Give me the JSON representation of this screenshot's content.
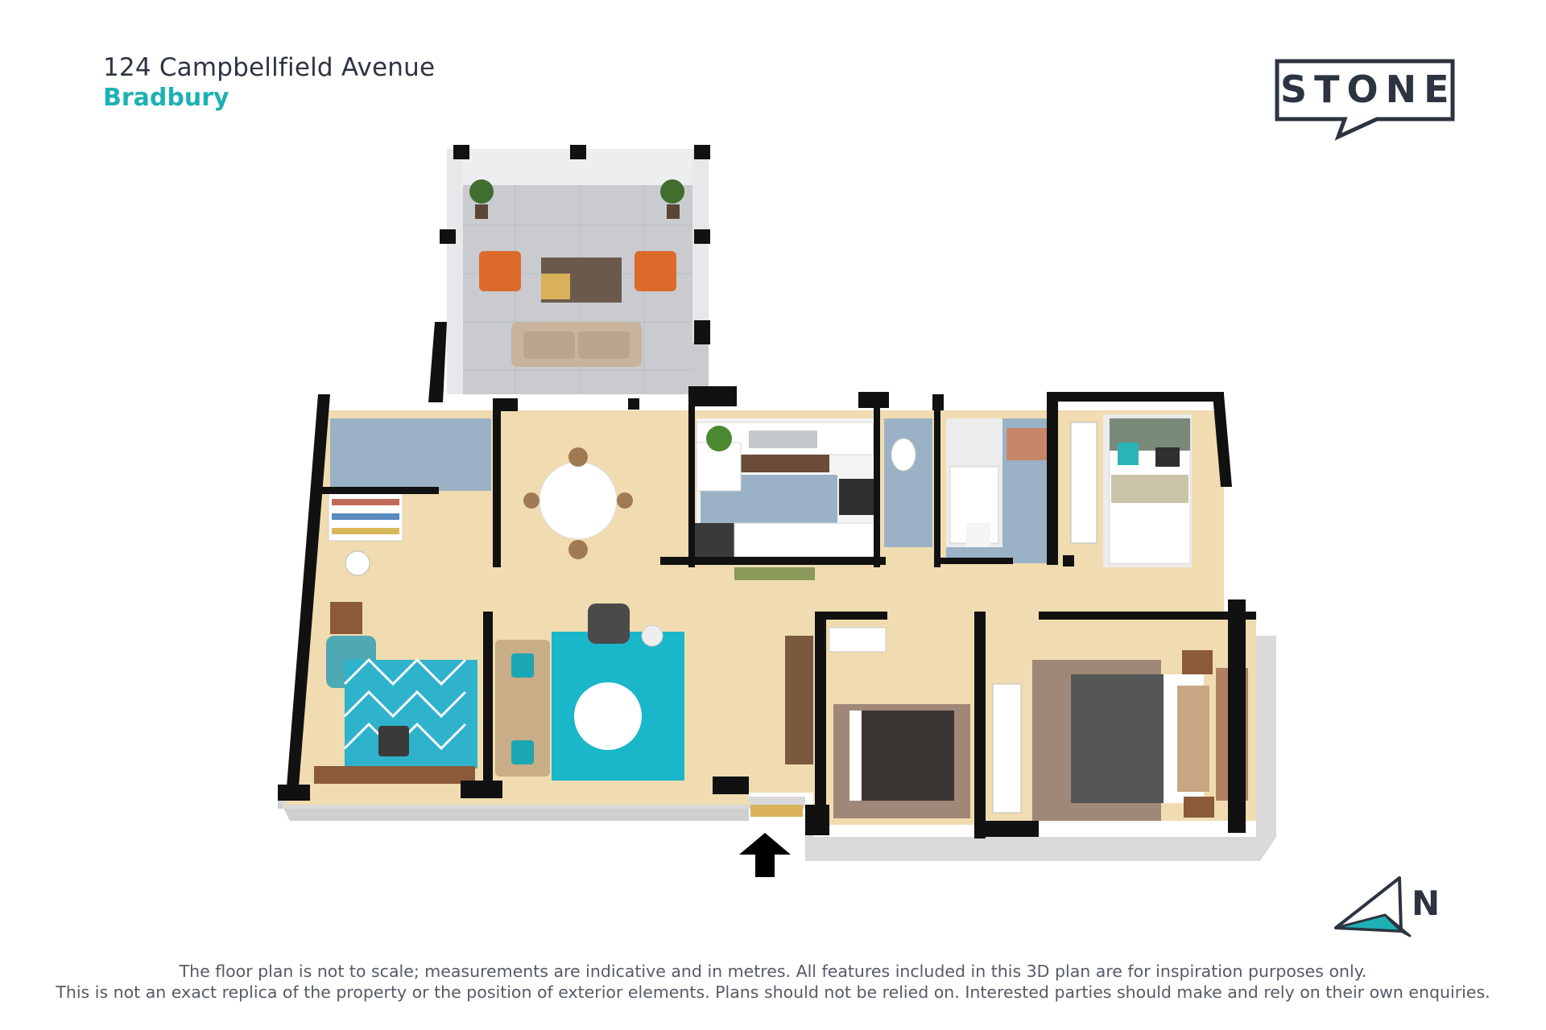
{
  "header": {
    "address": "124 Campbellfield Avenue",
    "suburb": "Bradbury"
  },
  "logo": {
    "brand": "STONE"
  },
  "compass": {
    "label": "N"
  },
  "disclaimer": {
    "line1": "The floor plan is not to scale; measurements are indicative and in metres. All features included in this 3D plan are for inspiration purposes only.",
    "line2": "This is not an exact replica of the property or the position of exterior elements. Plans should not be relied on. Interested parties should make and rely on their own enquiries."
  },
  "colors": {
    "wall": "#111111",
    "floor_timber": "#f0dcb0",
    "tile": "#9bb2c6",
    "patio": "#c9cbce",
    "rug_teal": "#1ab6c9",
    "rug_brown": "#a08878",
    "accent_teal": "#1eb1b4",
    "brand_navy": "#2d3441"
  },
  "icons": [
    "entry-arrow-icon",
    "north-arrow-icon",
    "stone-logo-icon"
  ]
}
